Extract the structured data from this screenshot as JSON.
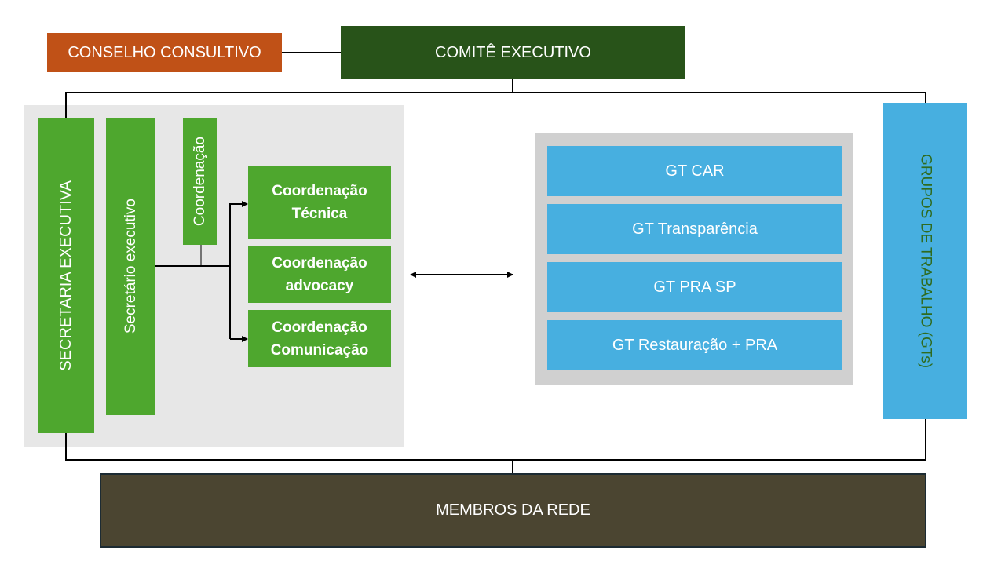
{
  "diagram": {
    "conselho_consultivo": "CONSELHO CONSULTIVO",
    "comite_executivo": "COMITÊ EXECUTIVO",
    "secretaria_executiva": "SECRETARIA EXECUTIVA",
    "secretario_executivo": "Secretário executivo",
    "coordenacao": "Coordenação",
    "coordenacoes": [
      {
        "line1": "Coordenação",
        "line2": "Técnica"
      },
      {
        "line1": "Coordenação",
        "line2": "advocacy"
      },
      {
        "line1": "Coordenação",
        "line2": "Comunicação"
      }
    ],
    "grupos_de_trabalho": [
      {
        "label": "GT CAR"
      },
      {
        "label": "GT Transparência"
      },
      {
        "label": "GT PRA SP"
      },
      {
        "label": "GT Restauração + PRA"
      }
    ],
    "grupos_label": "GRUPOS DE TRABALHO (GTs)",
    "membros_da_rede": "MEMBROS DA REDE"
  },
  "colors": {
    "conselho": "#c05117",
    "comite": "#285319",
    "secretaria_green": "#4ea72e",
    "gt_blue": "#47afe0",
    "membros": "#4b4531",
    "panel_gray": "#e7e7e7",
    "gt_panel_gray": "#d0d0d0",
    "grupos_text": "#2f6b1f"
  }
}
